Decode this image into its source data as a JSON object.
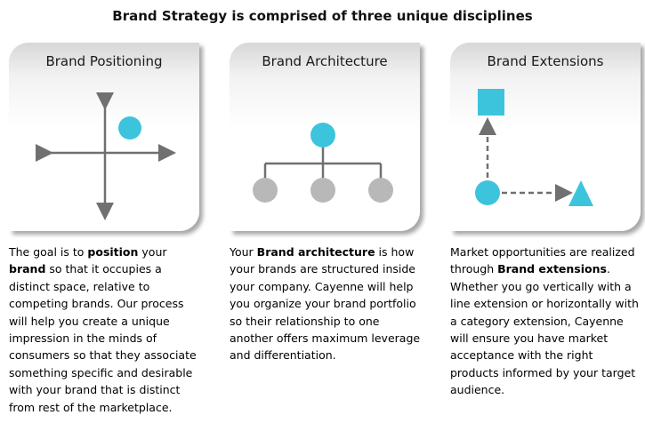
{
  "title": "Brand Strategy is comprised of three unique disciplines",
  "colors": {
    "accent": "#3cc4dc",
    "node_gray": "#b8b8b8",
    "line": "#707070"
  },
  "cards": [
    {
      "title": "Brand Positioning",
      "icon": "positioning-axes",
      "description": [
        {
          "text": "The goal is to ",
          "bold": false
        },
        {
          "text": "position",
          "bold": true
        },
        {
          "text": " your ",
          "bold": false
        },
        {
          "text": "brand",
          "bold": true
        },
        {
          "text": " so that it occupies a distinct space, relative to competing brands. Our process will help you create a unique impression in the minds of consumers so that they associate something specific and desirable with your brand that is distinct from rest of the marketplace.",
          "bold": false
        }
      ]
    },
    {
      "title": "Brand Architecture",
      "icon": "architecture-tree",
      "description": [
        {
          "text": "Your ",
          "bold": false
        },
        {
          "text": "Brand architecture",
          "bold": true
        },
        {
          "text": " is how your brands are structured inside your company. Cayenne will help you organize your brand portfolio so their relationship to one another offers maximum leverage and differentiation.",
          "bold": false
        }
      ]
    },
    {
      "title": "Brand Extensions",
      "icon": "extensions-arrows",
      "description": [
        {
          "text": "Market opportunities are realized through ",
          "bold": false
        },
        {
          "text": "Brand extensions",
          "bold": true
        },
        {
          "text": ". Whether you go vertically with a line extension or horizontally with a category extension, Cayenne will ensure you have market acceptance with the right products informed by your target audience.",
          "bold": false
        }
      ]
    }
  ]
}
